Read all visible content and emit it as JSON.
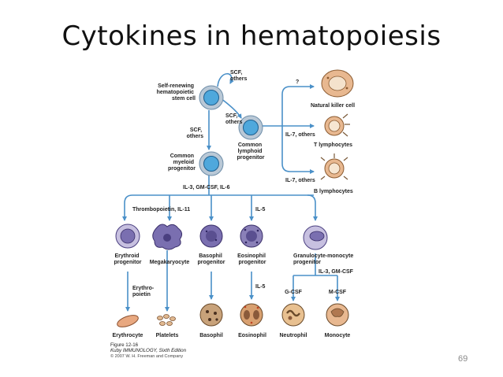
{
  "slide": {
    "title": "Cytokines in hematopoiesis",
    "page_number": "69"
  },
  "colors": {
    "arrow": "#4a90c8",
    "stem_fill": "#4fa8dc",
    "stem_ring": "#b9c8d6",
    "myeloid_purple": "#7a6fb0",
    "basophil_fill": "#c8a27a",
    "neutrophil_fill": "#e8c090"
  },
  "figure": {
    "cells": {
      "stem": [
        "Self-renewing",
        "hematopoietic",
        "stem cell"
      ],
      "myeloid": [
        "Common",
        "myeloid",
        "progenitor"
      ],
      "lymphoid": [
        "Common",
        "lymphoid",
        "progenitor"
      ],
      "nk": "Natural killer cell",
      "t": "T lymphocytes",
      "b": "B lymphocytes",
      "erythroid": [
        "Erythroid",
        "progenitor"
      ],
      "mega": "Megakaryocyte",
      "basoprog": [
        "Basophil",
        "progenitor"
      ],
      "eosprog": [
        "Eosinophil",
        "progenitor"
      ],
      "gmprog": [
        "Granulocyte-monocyte",
        "progenitor"
      ],
      "erythrocyte": "Erythrocyte",
      "platelets": "Platelets",
      "basophil": "Basophil",
      "eosinophil": "Eosinophil",
      "neutrophil": "Neutrophil",
      "monocyte": "Monocyte"
    },
    "cytokines": {
      "scf_top": [
        "SCF,",
        "others"
      ],
      "scf_mid": [
        "SCF,",
        "others"
      ],
      "scf_left": [
        "SCF,",
        "others"
      ],
      "nk_q": "?",
      "il7_t": "IL-7, others",
      "il7_b": "IL-7, others",
      "il3_gm_il6": "IL-3, GM-CSF, IL-6",
      "tpo": "Thrombopoietin, IL-11",
      "il5_top": "IL-5",
      "il5_bottom": "IL-5",
      "il3_gm": "IL-3, GM-CSF",
      "gcsf": "G-CSF",
      "mcsf": "M-CSF",
      "epo": [
        "Erythro-",
        "poietin"
      ]
    },
    "caption": {
      "figure": "Figure 12-16",
      "book": "Kuby IMMUNOLOGY, Sixth Edition",
      "copyright": "© 2007 W. H. Freeman and Company"
    }
  }
}
